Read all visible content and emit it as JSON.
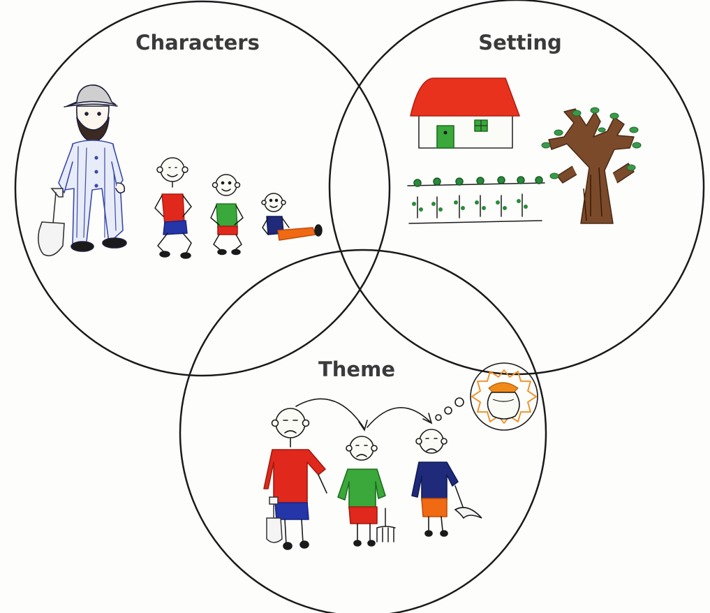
{
  "diagram": {
    "type": "venn",
    "circles": [
      {
        "id": "characters",
        "label": "Characters"
      },
      {
        "id": "setting",
        "label": "Setting"
      },
      {
        "id": "theme",
        "label": "Theme"
      }
    ]
  },
  "colors": {
    "outline": "#1a1a1a",
    "label": "#3a3a3a",
    "roof": "#e8321e",
    "shirt_red": "#e0281c",
    "shirt_green": "#3aa83a",
    "shirt_navy": "#1f2a7a",
    "pants_blue": "#2436a8",
    "pants_orange": "#f06a14",
    "tree_brown": "#7a4a2a",
    "leaf_green": "#3a9a4a",
    "sun_orange": "#f08a1a",
    "overalls": "#3a4aa8"
  },
  "icons": [
    "farmer-figure",
    "spade-icon",
    "child-red-shirt",
    "child-green-shirt",
    "child-lying-down",
    "house-icon",
    "crop-row-icon",
    "tree-icon",
    "child-red-shirt-sad",
    "child-green-shirt-sad",
    "child-navy-shirt-sad",
    "thought-bubble-icon",
    "treasure-pot-icon",
    "curved-arrow-icon",
    "fork-icon",
    "pickaxe-icon"
  ]
}
